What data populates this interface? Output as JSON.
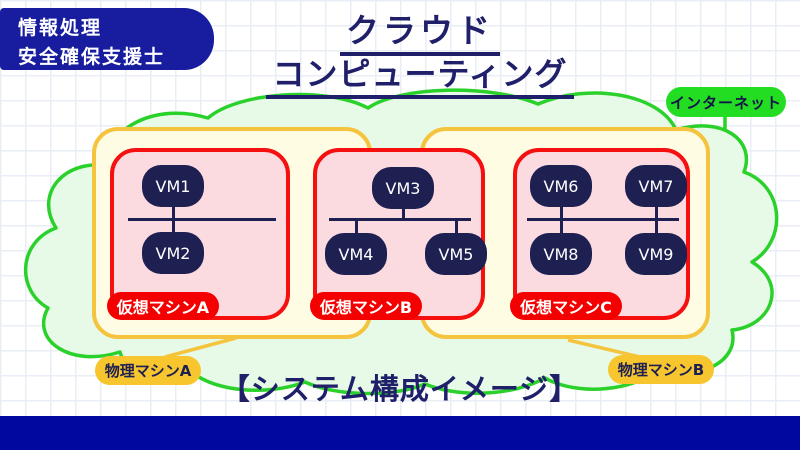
{
  "certification_badge": {
    "line1": "情報処理",
    "line2": "安全確保支援士"
  },
  "title": {
    "line1": "クラウド",
    "line2": "コンピューティング"
  },
  "internet_label": "インターネット",
  "caption": "【システム構成イメージ】",
  "physical_machines": [
    {
      "label": "物理マシンA"
    },
    {
      "label": "物理マシンB"
    }
  ],
  "virtual_machine_groups": [
    {
      "label": "仮想マシンA",
      "vms": [
        "VM1",
        "VM2"
      ]
    },
    {
      "label": "仮想マシンB",
      "vms": [
        "VM3",
        "VM4",
        "VM5"
      ]
    },
    {
      "label": "仮想マシンC",
      "vms": [
        "VM6",
        "VM7",
        "VM8",
        "VM9"
      ]
    }
  ],
  "colors": {
    "navy": "#1e2052",
    "title_navy": "#20206a",
    "badge_blue": "#171d9e",
    "bottom_bar_blue": "#0008a0",
    "green": "#23dd23",
    "cloud_fill": "#e7fae7",
    "yellow_border": "#f5c43e",
    "yellow_pill": "#f7c52d",
    "cream_fill": "#fffce4",
    "red": "#f50000",
    "pink_fill": "#fbdae0"
  }
}
